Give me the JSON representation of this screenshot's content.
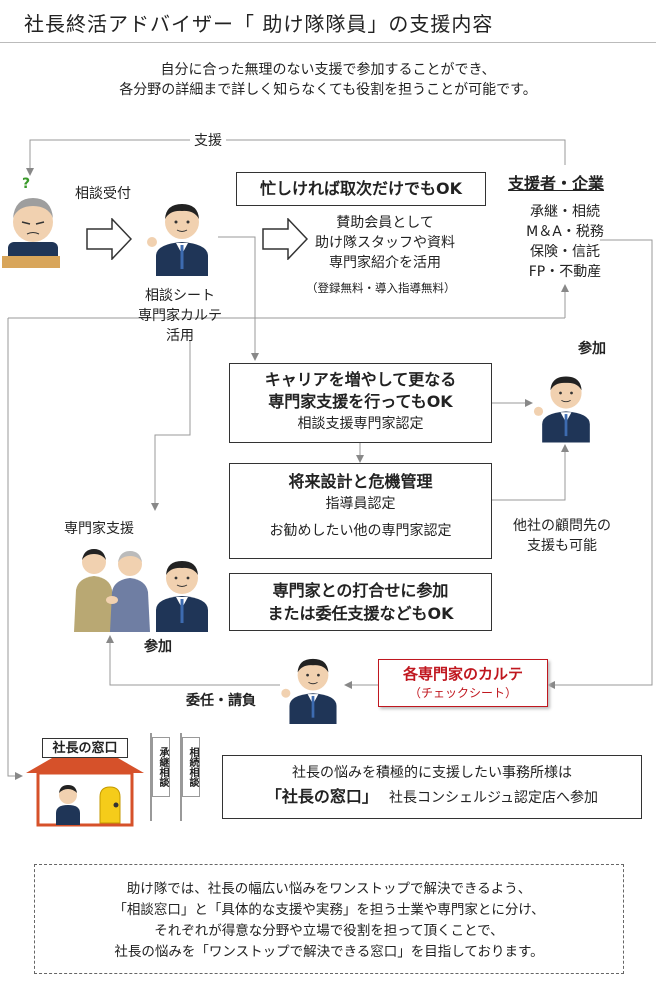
{
  "title": "社長終活アドバイザー「 助け隊隊員」の支援内容",
  "intro": [
    "自分に合った無理のない支援で参加することができ、",
    "各分野の詳細まで詳しく知らなくても役割を担うことが可能です。"
  ],
  "support_label": "支援",
  "consult_label": "相談受付",
  "question_mark": "?",
  "consult_sheet": [
    "相談シート",
    "専門家カルテ",
    "活用"
  ],
  "box1": {
    "title": "忙しければ取次だけでもOK",
    "desc": [
      "賛助会員として",
      "助け隊スタッフや資料",
      "専門家紹介を活用"
    ],
    "note": "（登録無料・導入指導無料）"
  },
  "supporters": {
    "title": "支援者・企業",
    "items": [
      "承継・相続",
      "M＆A・税務",
      "保険・信託",
      "FP・不動産"
    ]
  },
  "join_label_1": "参加",
  "box2": {
    "title": [
      "キャリアを増やして更なる",
      "専門家支援を行ってもOK"
    ],
    "sub": "相談支援専門家認定"
  },
  "box3": {
    "title": "将来設計と危機管理",
    "sub1": "指導員認定",
    "sub2": "お勧めしたい他の専門家認定"
  },
  "other_firm": [
    "他社の顧問先の",
    "支援も可能"
  ],
  "expert_support": "専門家支援",
  "box4": {
    "title": [
      "専門家との打合せに参加",
      "または委任支援などもOK"
    ]
  },
  "join_label_2": "参加",
  "delegate_label": "委任・請負",
  "karte": {
    "title": "各専門家のカルテ",
    "sub": "（チェックシート）"
  },
  "window_sign": "社長の窓口",
  "banner1": "承継相談",
  "banner2": "相続相談",
  "window_box": {
    "line1": "社長の悩みを積極的に支援したい事務所様は",
    "brand": "「社長の窓口」",
    "line2": "社長コンシェルジュ認定店へ参加"
  },
  "footer": [
    "助け隊では、社長の幅広い悩みをワンストップで解決できるよう、",
    "「相談窓口」と「具体的な支援や実務」を担う士業や専門家とに分け、",
    "それぞれが得意な分野や立場で役割を担って頂くことで、",
    "社長の悩みを「ワンストップで解決できる窓口」を目指しております。"
  ],
  "colors": {
    "suit": "#1f3557",
    "accent_red": "#c0171f",
    "roof": "#d6512a",
    "door": "#f5cc1a",
    "line": "#888888"
  }
}
